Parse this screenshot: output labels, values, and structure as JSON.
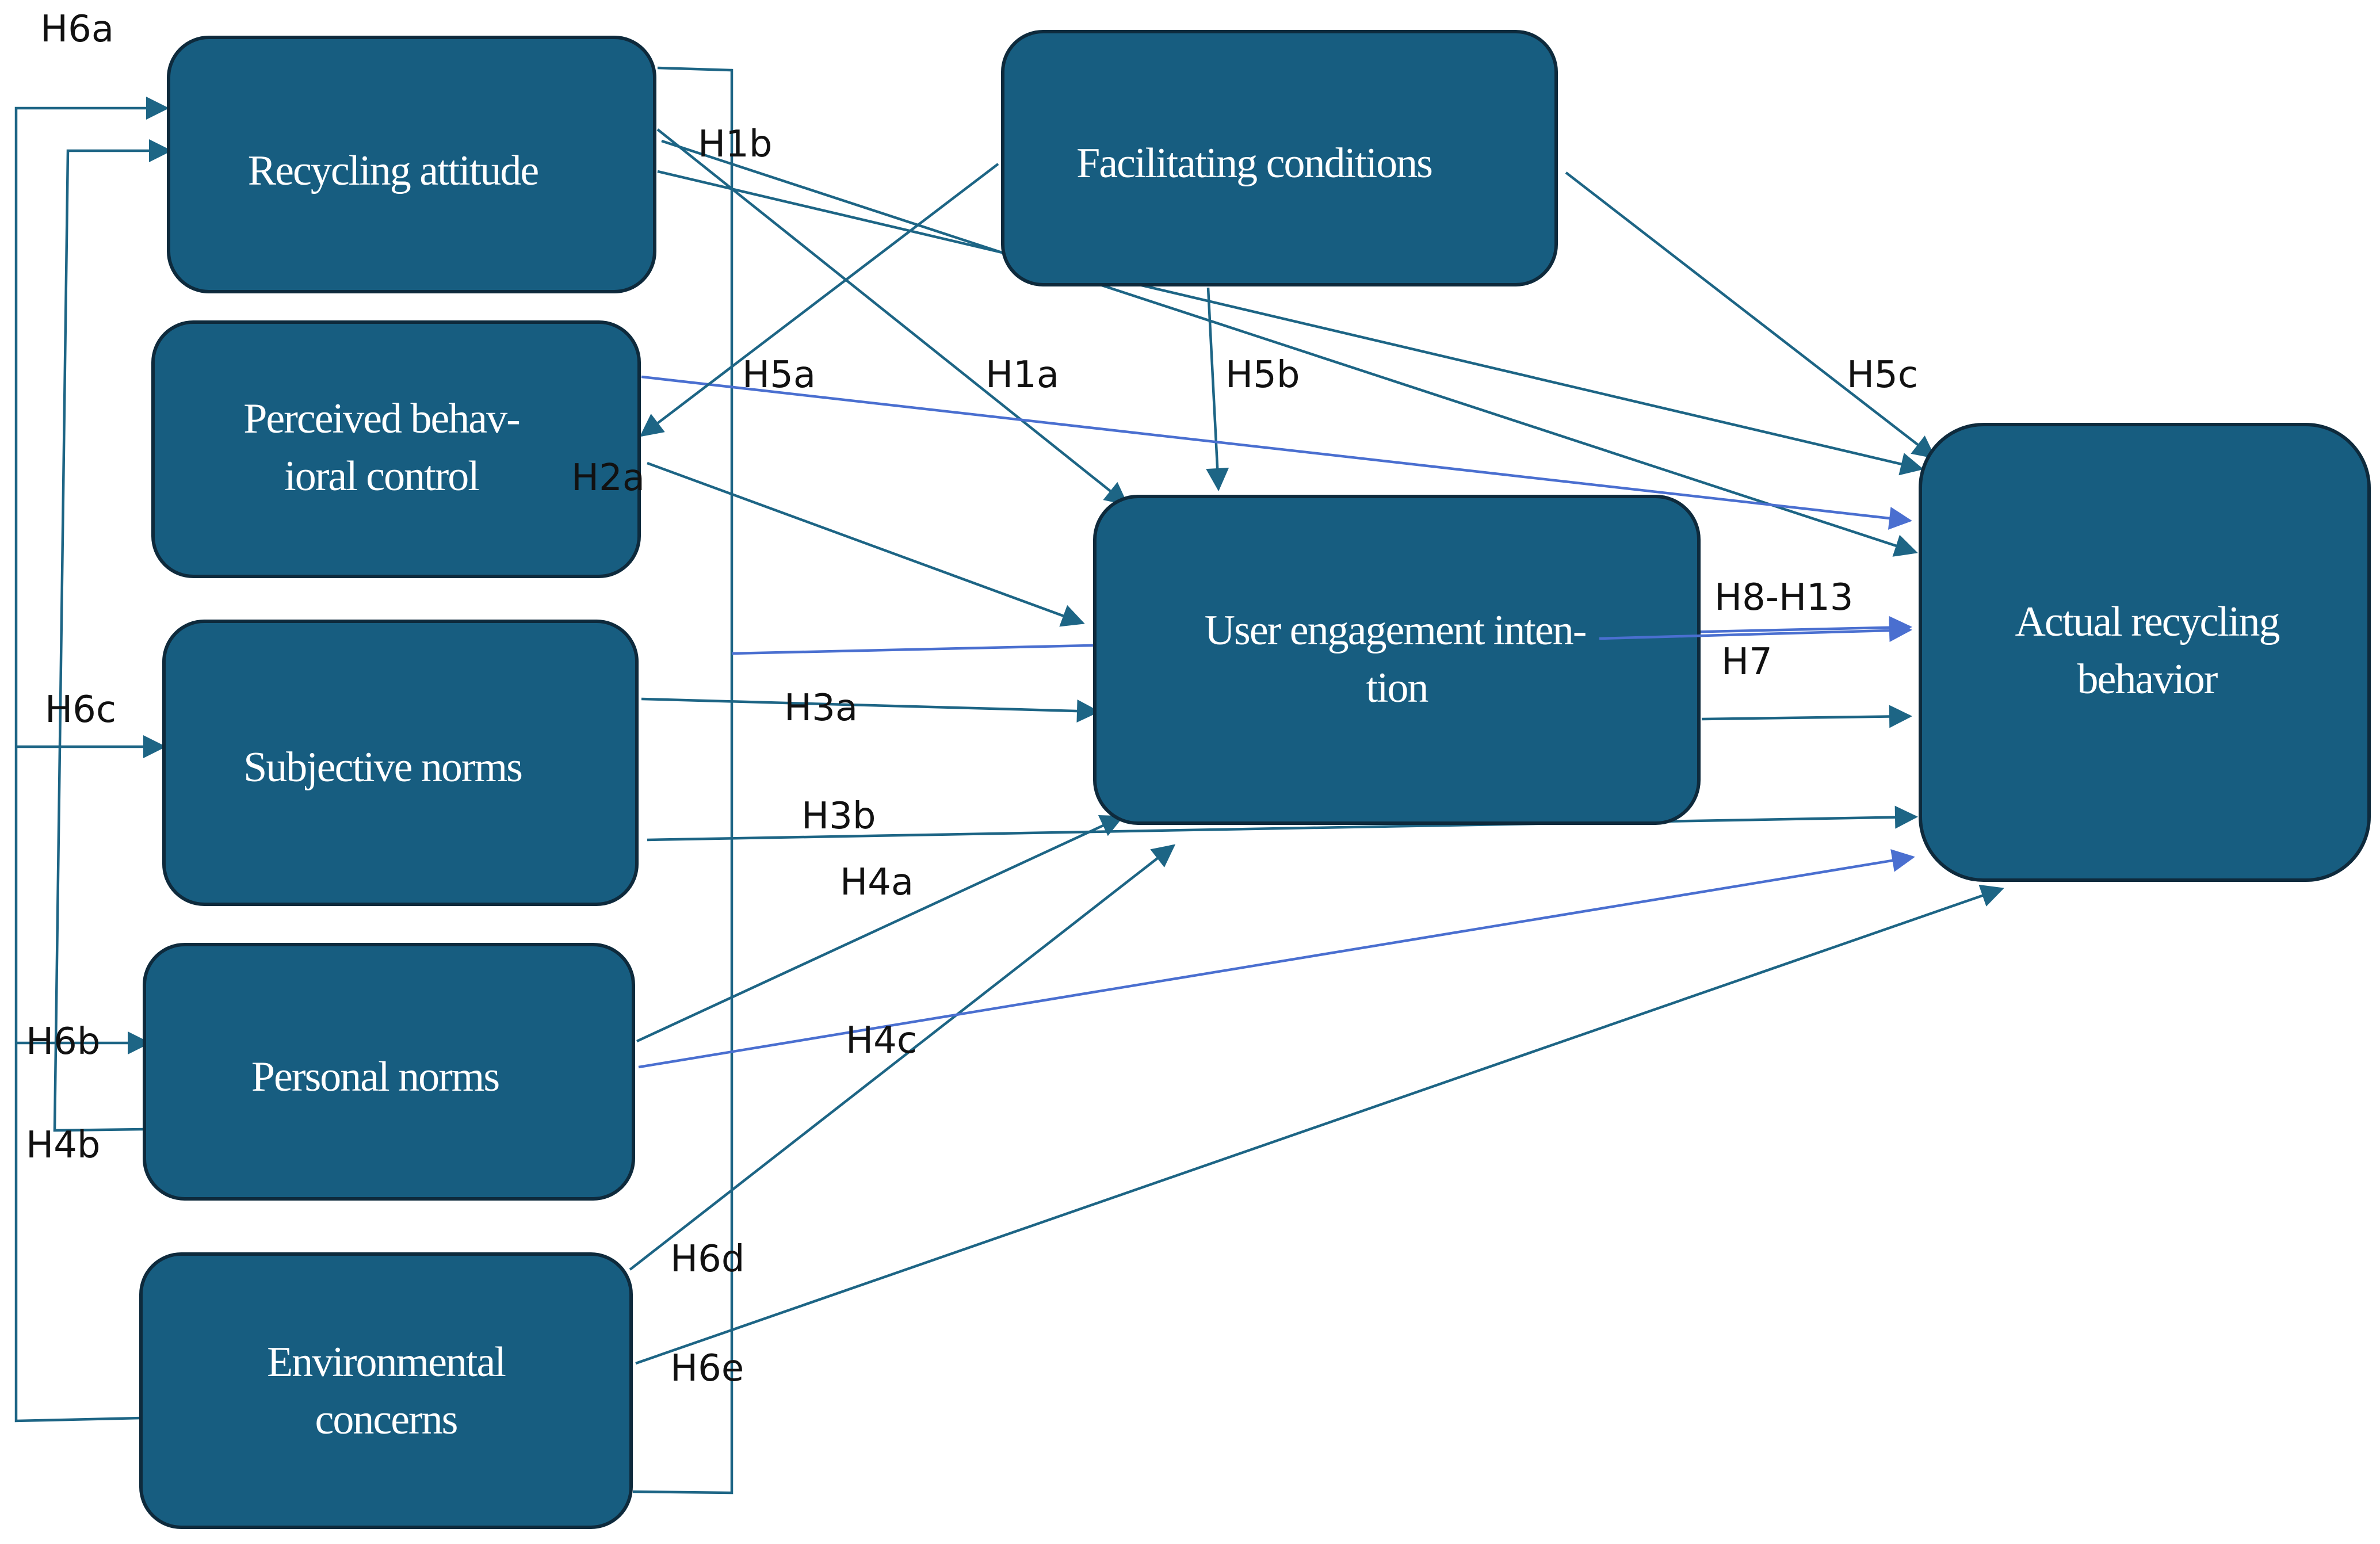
{
  "nodes": {
    "recycling_attitude": [
      "Recycling attitude"
    ],
    "perceived_behavioral_control": [
      "Perceived behav-",
      "ioral control"
    ],
    "subjective_norms": [
      "Subjective norms"
    ],
    "personal_norms": [
      "Personal norms"
    ],
    "environmental_concerns": [
      "Environmental",
      "concerns"
    ],
    "facilitating_conditions": [
      "Facilitating conditions"
    ],
    "user_engagement_intention": [
      "User engagement inten-",
      "tion"
    ],
    "actual_recycling_behavior": [
      "Actual recycling",
      "behavior"
    ]
  },
  "hypotheses": {
    "h6a": "H6a",
    "h1b": "H1b",
    "h5a": "H5a",
    "h1a": "H1a",
    "h5b": "H5b",
    "h5c": "H5c",
    "h2a": "H2a",
    "h8_h13": "H8-H13",
    "h7": "H7",
    "h6c": "H6c",
    "h3a": "H3a",
    "h3b": "H3b",
    "h4a": "H4a",
    "h6b": "H6b",
    "h4c": "H4c",
    "h4b": "H4b",
    "h6d": "H6d",
    "h6e": "H6e"
  },
  "colors": {
    "node_fill": "#175d80",
    "node_border": "#0e2a3c",
    "arrow": "#1d6585",
    "arrow_blue": "#4a6fd0"
  }
}
